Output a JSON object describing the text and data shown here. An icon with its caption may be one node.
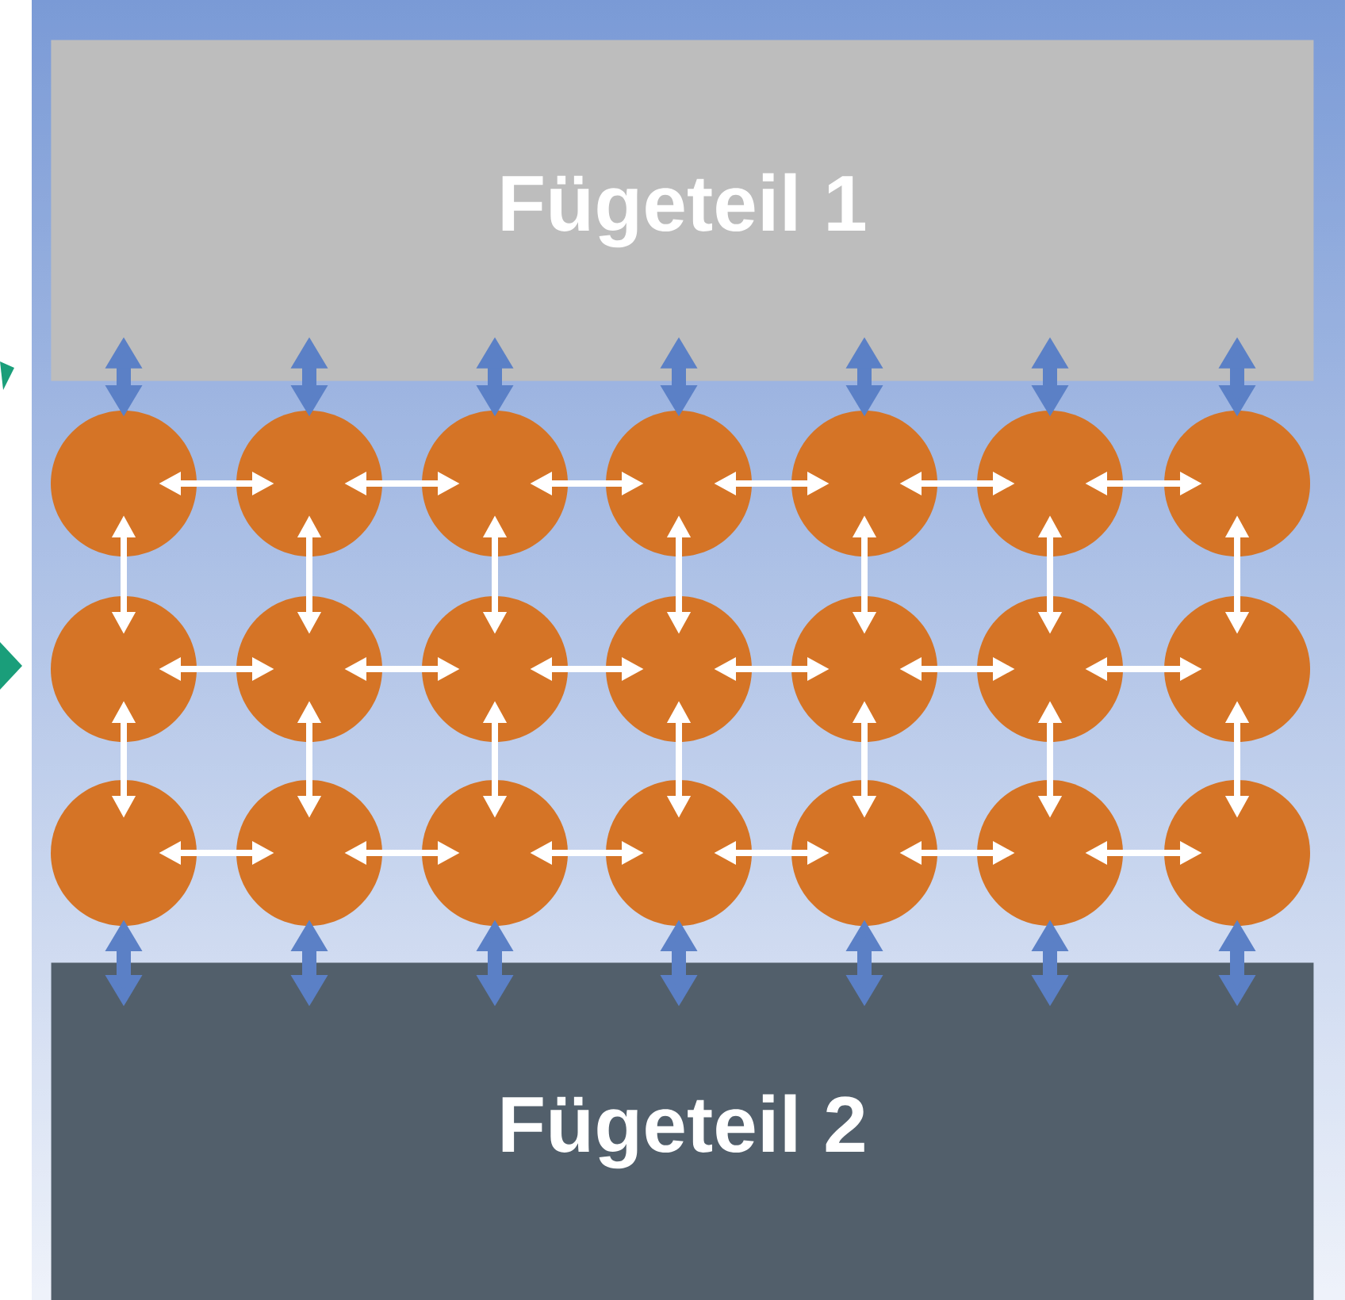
{
  "diagram": {
    "nodes": [
      {
        "text": [
          "Fügeteil 1"
        ]
      },
      {
        "text": [
          "Fügeteil 2"
        ]
      },
      {
        "text": [],
        "shape": "circle"
      },
      {
        "text": [],
        "shape": "circle"
      },
      {
        "text": [],
        "shape": "circle"
      },
      {
        "text": [],
        "shape": "circle"
      },
      {
        "text": [],
        "shape": "circle"
      },
      {
        "text": [],
        "shape": "circle"
      },
      {
        "text": [],
        "shape": "circle"
      },
      {
        "text": [],
        "shape": "circle"
      },
      {
        "text": [],
        "shape": "circle"
      },
      {
        "text": [],
        "shape": "circle"
      },
      {
        "text": [],
        "shape": "circle"
      },
      {
        "text": [],
        "shape": "circle"
      },
      {
        "text": [],
        "shape": "circle"
      },
      {
        "text": [],
        "shape": "circle"
      },
      {
        "text": [],
        "shape": "circle"
      },
      {
        "text": [],
        "shape": "circle"
      },
      {
        "text": [],
        "shape": "circle"
      },
      {
        "text": [],
        "shape": "circle"
      },
      {
        "text": [],
        "shape": "circle"
      },
      {
        "text": [],
        "shape": "circle"
      },
      {
        "text": [],
        "shape": "circle"
      }
    ],
    "edges": [
      {
        "from": 0,
        "to": 2,
        "arrow": "both",
        "style": "thick",
        "color": "#5b80c6"
      },
      {
        "from": 0,
        "to": 3,
        "arrow": "both",
        "style": "thick",
        "color": "#5b80c6"
      },
      {
        "from": 0,
        "to": 4,
        "arrow": "both",
        "style": "thick",
        "color": "#5b80c6"
      },
      {
        "from": 0,
        "to": 5,
        "arrow": "both",
        "style": "thick",
        "color": "#5b80c6"
      },
      {
        "from": 0,
        "to": 6,
        "arrow": "both",
        "style": "thick",
        "color": "#5b80c6"
      },
      {
        "from": 0,
        "to": 7,
        "arrow": "both",
        "style": "thick",
        "color": "#5b80c6"
      },
      {
        "from": 0,
        "to": 8,
        "arrow": "both",
        "style": "thick",
        "color": "#5b80c6"
      },
      {
        "from": 2,
        "to": 3,
        "arrow": "both"
      },
      {
        "from": 3,
        "to": 4,
        "arrow": "both"
      },
      {
        "from": 4,
        "to": 5,
        "arrow": "both"
      },
      {
        "from": 5,
        "to": 6,
        "arrow": "both"
      },
      {
        "from": 6,
        "to": 7,
        "arrow": "both"
      },
      {
        "from": 7,
        "to": 8,
        "arrow": "both"
      },
      {
        "from": 2,
        "to": 9,
        "arrow": "both"
      },
      {
        "from": 3,
        "to": 10,
        "arrow": "both"
      },
      {
        "from": 4,
        "to": 11,
        "arrow": "both"
      },
      {
        "from": 5,
        "to": 12,
        "arrow": "both"
      },
      {
        "from": 6,
        "to": 13,
        "arrow": "both"
      },
      {
        "from": 7,
        "to": 14,
        "arrow": "both"
      },
      {
        "from": 8,
        "to": 15,
        "arrow": "both"
      },
      {
        "from": 9,
        "to": 10,
        "arrow": "both"
      },
      {
        "from": 10,
        "to": 11,
        "arrow": "both"
      },
      {
        "from": 11,
        "to": 12,
        "arrow": "both"
      },
      {
        "from": 12,
        "to": 13,
        "arrow": "both"
      },
      {
        "from": 13,
        "to": 14,
        "arrow": "both"
      },
      {
        "from": 14,
        "to": 15,
        "arrow": "both"
      },
      {
        "from": 9,
        "to": 16,
        "arrow": "both"
      },
      {
        "from": 10,
        "to": 17,
        "arrow": "both"
      },
      {
        "from": 11,
        "to": 18,
        "arrow": "both"
      },
      {
        "from": 12,
        "to": 19,
        "arrow": "both"
      },
      {
        "from": 13,
        "to": 20,
        "arrow": "both"
      },
      {
        "from": 14,
        "to": 21,
        "arrow": "both"
      },
      {
        "from": 15,
        "to": 22,
        "arrow": "both"
      },
      {
        "from": 16,
        "to": 17,
        "arrow": "both"
      },
      {
        "from": 17,
        "to": 18,
        "arrow": "both"
      },
      {
        "from": 18,
        "to": 19,
        "arrow": "both"
      },
      {
        "from": 19,
        "to": 20,
        "arrow": "both"
      },
      {
        "from": 20,
        "to": 21,
        "arrow": "both"
      },
      {
        "from": 21,
        "to": 22,
        "arrow": "both"
      },
      {
        "from": 16,
        "to": 1,
        "arrow": "both",
        "style": "thick",
        "color": "#5b80c6"
      },
      {
        "from": 17,
        "to": 1,
        "arrow": "both",
        "style": "thick",
        "color": "#5b80c6"
      },
      {
        "from": 18,
        "to": 1,
        "arrow": "both",
        "style": "thick",
        "color": "#5b80c6"
      },
      {
        "from": 19,
        "to": 1,
        "arrow": "both",
        "style": "thick",
        "color": "#5b80c6"
      },
      {
        "from": 20,
        "to": 1,
        "arrow": "both",
        "style": "thick",
        "color": "#5b80c6"
      },
      {
        "from": 21,
        "to": 1,
        "arrow": "both",
        "style": "thick",
        "color": "#5b80c6"
      },
      {
        "from": 22,
        "to": 1,
        "arrow": "both",
        "style": "thick",
        "color": "#5b80c6"
      }
    ]
  }
}
